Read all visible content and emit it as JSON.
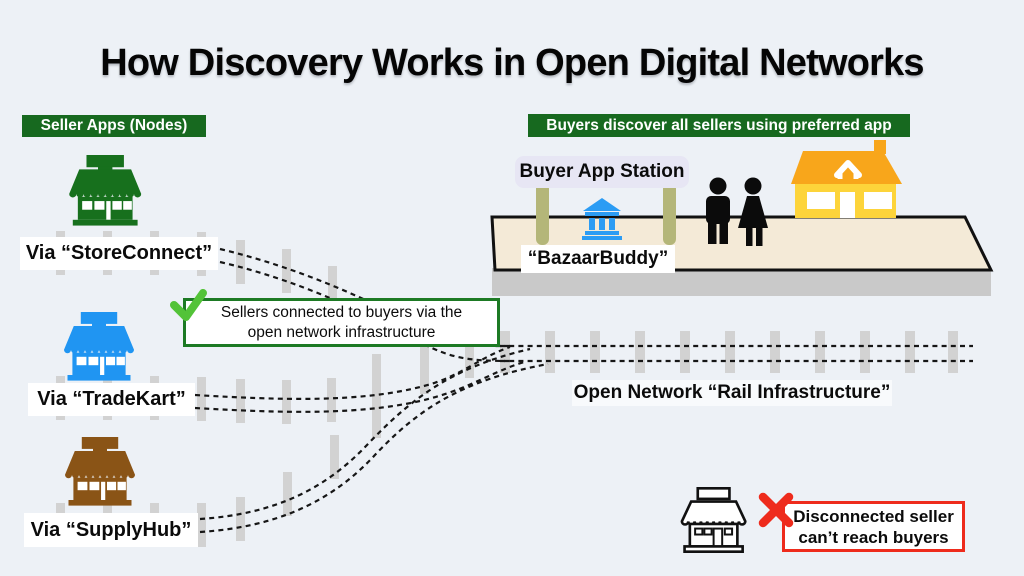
{
  "title": "How Discovery Works in Open Digital Networks",
  "left_header": {
    "label": "Seller Apps (Nodes)"
  },
  "right_header": {
    "label": "Buyers discover all sellers using preferred app"
  },
  "sellers": [
    {
      "name": "StoreConnect",
      "label": "Via “StoreConnect”",
      "store_color": "#17701d"
    },
    {
      "name": "TradeKart",
      "label": "Via “TradeKart”",
      "store_color": "#2095f2"
    },
    {
      "name": "SupplyHub",
      "label": "Via “SupplyHub”",
      "store_color": "#8a5416"
    }
  ],
  "station": {
    "sign_label": "Buyer App Station",
    "buyer_app_label": "“BazaarBuddy”"
  },
  "rail_label": "Open Network “Rail Infrastructure”",
  "callout": {
    "line1": "Sellers connected to buyers via the",
    "line2": "open network infrastructure"
  },
  "disconnected_note": {
    "line1": "Disconnected seller",
    "line2": "can’t reach buyers"
  },
  "colors": {
    "background": "#edf1f6",
    "header_green": "#17691f",
    "callout_border_green": "#1d7a24",
    "check_green": "#53c338",
    "alert_red": "#ee2b1c",
    "store_green": "#17701d",
    "store_blue": "#2095f2",
    "store_brown": "#8a5416",
    "platform_fill": "#f4ead7",
    "platform_shadow": "#c9c9c9",
    "house_roof": "#f8a61b",
    "house_body": "#fdd43a",
    "rail_tie": "#d2d2d2",
    "station_post": "#b4b679",
    "bank_blue": "#2b9cf4"
  }
}
